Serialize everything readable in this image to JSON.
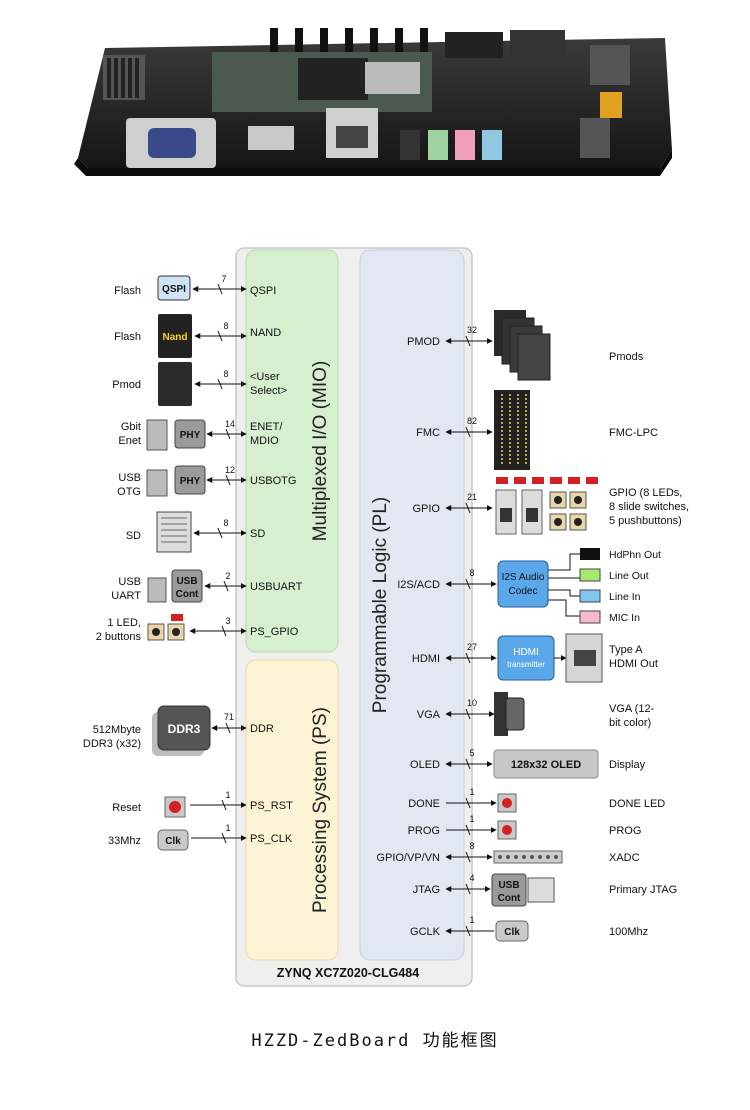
{
  "chip": {
    "name": "ZYNQ XC7Z020-CLG484",
    "mio_title": "Multiplexed I/O (MIO)",
    "ps_title": "Processing System (PS)",
    "pl_title": "Programmable Logic (PL)"
  },
  "left": [
    {
      "desc": "Flash",
      "chip": "QSPI",
      "width": "7",
      "port": "QSPI"
    },
    {
      "desc": "Flash",
      "chip": "Nand",
      "width": "8",
      "port": "NAND"
    },
    {
      "desc": "Pmod",
      "chip": "",
      "width": "8",
      "port": "<User Select>",
      "port1": "<User",
      "port2": "Select>"
    },
    {
      "desc1": "Gbit",
      "desc2": "Enet",
      "chip": "PHY",
      "width": "14",
      "port1": "ENET/",
      "port2": "MDIO"
    },
    {
      "desc1": "USB",
      "desc2": "OTG",
      "chip": "PHY",
      "width": "12",
      "port": "USBOTG"
    },
    {
      "desc": "SD",
      "chip": "",
      "width": "8",
      "port": "SD"
    },
    {
      "desc1": "USB",
      "desc2": "UART",
      "chip1": "USB",
      "chip2": "Cont",
      "width": "2",
      "port": "USBUART"
    },
    {
      "desc1": "1 LED,",
      "desc2": "2 buttons",
      "chip": "",
      "width": "3",
      "port": "PS_GPIO"
    },
    {
      "desc1": "512Mbyte",
      "desc2": "DDR3 (x32)",
      "chip": "DDR3",
      "width": "71",
      "port": "DDR"
    },
    {
      "desc": "Reset",
      "chip": "",
      "width": "1",
      "port": "PS_RST"
    },
    {
      "desc": "33Mhz",
      "chip": "Clk",
      "width": "1",
      "port": "PS_CLK"
    }
  ],
  "right": [
    {
      "port": "PMOD",
      "width": "32",
      "desc": "Pmods"
    },
    {
      "port": "FMC",
      "width": "82",
      "desc": "FMC-LPC"
    },
    {
      "port": "GPIO",
      "width": "21",
      "desc1": "GPIO (8 LEDs,",
      "desc2": "8 slide switches,",
      "desc3": "5 pushbuttons)"
    },
    {
      "port": "I2S/ACD",
      "width": "8",
      "chip1": "I2S Audio",
      "chip2": "Codec",
      "outs": [
        "HdPhn Out",
        "Line Out",
        "Line In",
        "MIC In"
      ]
    },
    {
      "port": "HDMI",
      "width": "27",
      "chip1": "HDMI",
      "chip2": "transmitter",
      "desc1": "Type A",
      "desc2": "HDMI Out"
    },
    {
      "port": "VGA",
      "width": "10",
      "desc1": "VGA (12-",
      "desc2": "bit color)"
    },
    {
      "port": "OLED",
      "width": "5",
      "chip": "128x32 OLED",
      "desc": "Display"
    },
    {
      "port": "DONE",
      "width": "1",
      "desc": "DONE LED"
    },
    {
      "port": "PROG",
      "width": "1",
      "desc": "PROG"
    },
    {
      "port": "GPIO/VP/VN",
      "width": "8",
      "desc": "XADC"
    },
    {
      "port": "JTAG",
      "width": "4",
      "chip1": "USB",
      "chip2": "Cont",
      "desc": "Primary JTAG"
    },
    {
      "port": "GCLK",
      "width": "1",
      "chip": "Clk",
      "desc": "100Mhz"
    }
  ],
  "caption": "HZZD-ZedBoard 功能框图",
  "colors": {
    "mio": "#d6f0cf",
    "ps": "#fdf4d6",
    "pl": "#e1e8f1",
    "codec": "#5aa8ea",
    "red": "#d42020"
  }
}
